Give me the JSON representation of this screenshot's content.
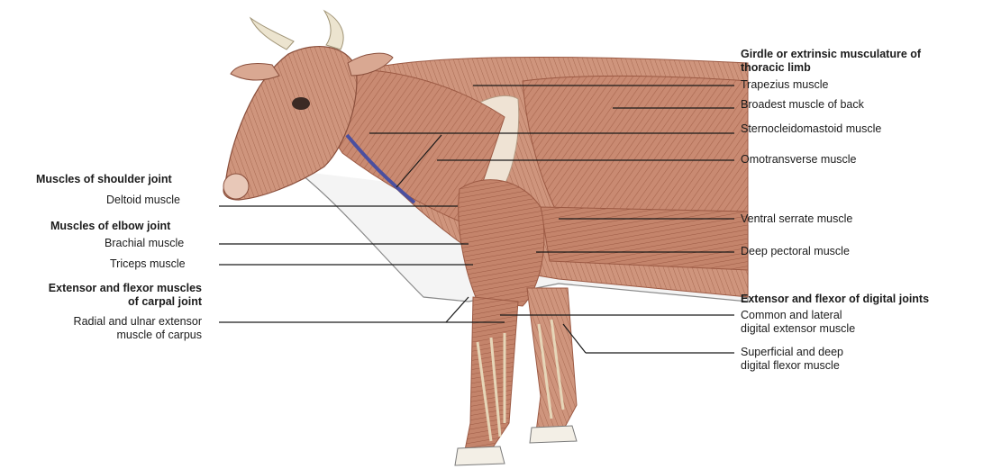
{
  "left_labels": {
    "shoulder_heading": "Muscles of shoulder joint",
    "deltoid": "Deltoid muscle",
    "elbow_heading": "Muscles of elbow joint",
    "brachial": "Brachial muscle",
    "triceps": "Triceps muscle",
    "carpal_heading_1": "Extensor and flexor muscles",
    "carpal_heading_2": "of carpal joint",
    "radial_ulnar_1": "Radial and ulnar extensor",
    "radial_ulnar_2": "muscle of carpus"
  },
  "right_labels": {
    "girdle_heading_1": "Girdle or extrinsic musculature of",
    "girdle_heading_2": "thoracic limb",
    "trapezius": "Trapezius muscle",
    "broadest": "Broadest muscle of back",
    "sterno": "Sternocleidomastoid muscle",
    "omotransverse": "Omotransverse muscle",
    "ventral_serrate": "Ventral serrate muscle",
    "deep_pectoral": "Deep pectoral muscle",
    "digital_heading": "Extensor and flexor of digital joints",
    "common_lateral_1": "Common and lateral",
    "common_lateral_2": "digital extensor muscle",
    "superficial_deep_1": "Superficial and deep",
    "superficial_deep_2": "digital flexor muscle"
  },
  "colors": {
    "muscle": "#c98a72",
    "muscle_dark": "#9c5a44",
    "tendon": "#e6d6b8",
    "skin_outline": "#8a8a8a",
    "vein": "#4a4fa0",
    "gland": "#c9c24a",
    "leader_line": "#1a1a1a"
  }
}
